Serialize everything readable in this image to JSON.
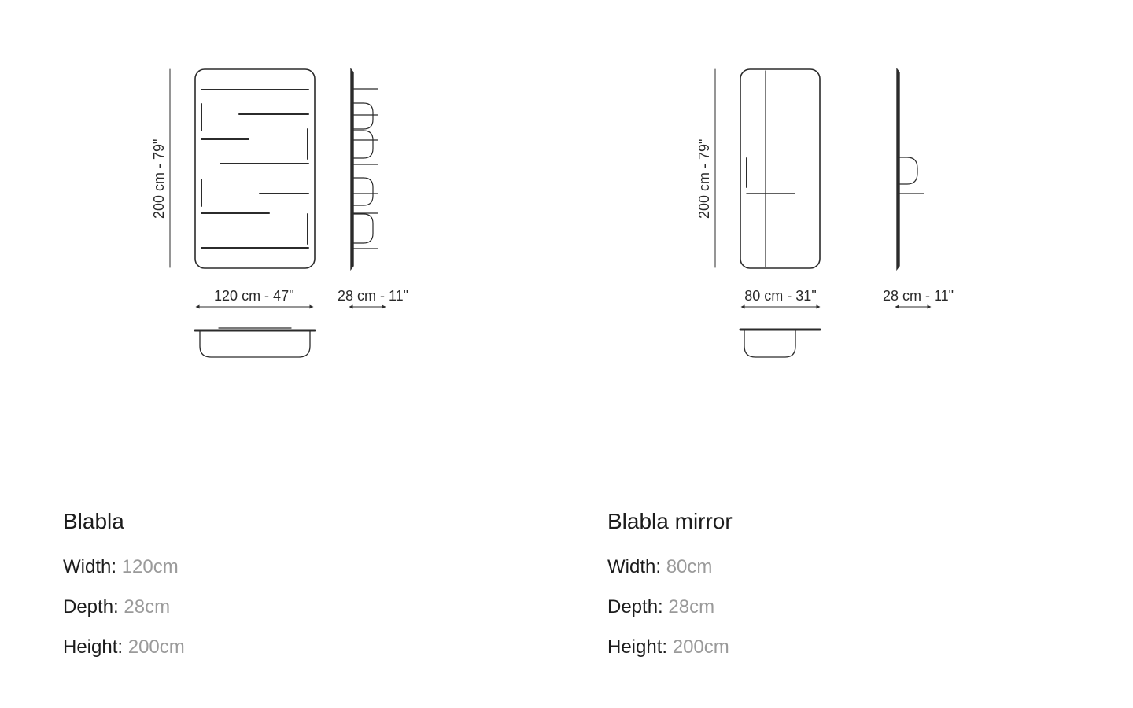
{
  "blabla": {
    "drawing": {
      "height_label": "200 cm - 79\"",
      "width_label": "120 cm - 47''",
      "depth_label": "28 cm - 11\""
    },
    "name": "Blabla",
    "specs": [
      {
        "label": "Width:",
        "value": "120cm"
      },
      {
        "label": "Depth:",
        "value": "28cm"
      },
      {
        "label": "Height:",
        "value": "200cm"
      }
    ]
  },
  "blabla_mirror": {
    "drawing": {
      "height_label": "200 cm - 79\"",
      "width_label": "80 cm - 31\"",
      "depth_label": "28 cm - 11\""
    },
    "name": "Blabla mirror",
    "specs": [
      {
        "label": "Width:",
        "value": "80cm"
      },
      {
        "label": "Depth:",
        "value": "28cm"
      },
      {
        "label": "Height:",
        "value": "200cm"
      }
    ]
  },
  "colors": {
    "line": "#2b2b2b",
    "label": "#1c1c1c",
    "value": "#9a9a9a"
  }
}
